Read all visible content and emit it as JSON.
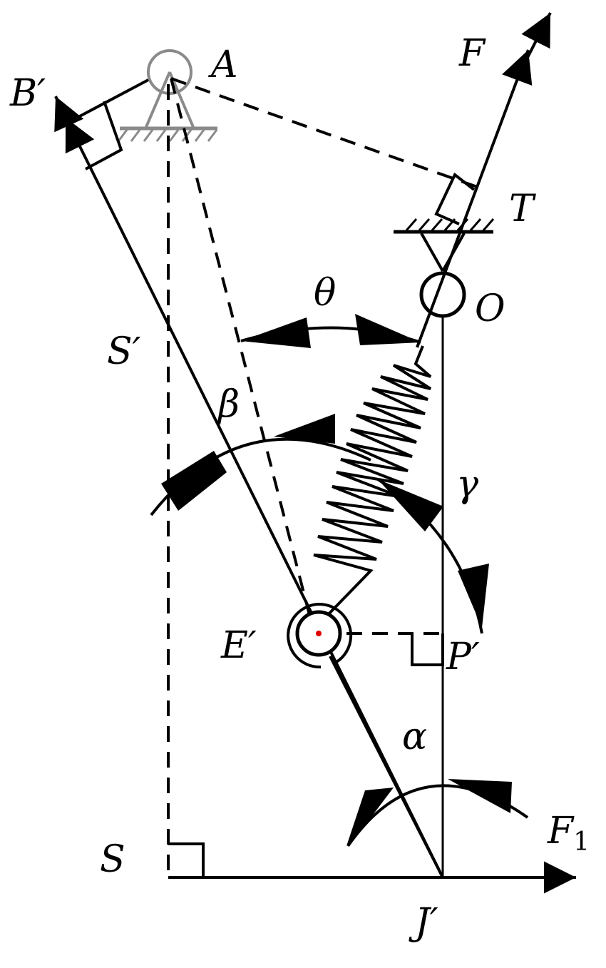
{
  "diagram": {
    "labels": {
      "A": "A",
      "B_prime": "B′",
      "F": "F",
      "T": "T",
      "O": "O",
      "theta": "θ",
      "S_prime": "S′",
      "beta": "β",
      "gamma": "γ",
      "E_prime": "E′",
      "P_prime": "P′",
      "alpha": "α",
      "F1_main": "F",
      "F1_sub": "1",
      "S": "S",
      "J_prime": "J′"
    },
    "colors": {
      "ink": "#000000",
      "support": "#8a8a8a",
      "pivot_dot": "#e00000"
    }
  }
}
